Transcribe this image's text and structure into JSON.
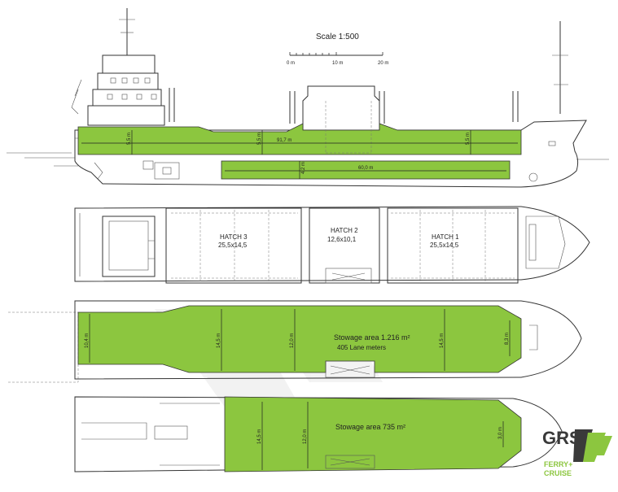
{
  "scale": {
    "title": "Scale  1:500",
    "ticks": [
      "0 m",
      "10 m",
      "20 m"
    ]
  },
  "profile": {
    "hold_height_left": "5,5 m",
    "hold_height_mid": "5,5 m",
    "hold_height_right": "5,5 m",
    "hold_length": "91,7 m",
    "lower_height": "4,2 m",
    "lower_length": "60,0 m"
  },
  "hatches": [
    {
      "name": "HATCH 3",
      "size": "25,5x14,5"
    },
    {
      "name": "HATCH 2",
      "size": "12,6x10,1"
    },
    {
      "name": "HATCH 1",
      "size": "25,5x14,5"
    }
  ],
  "tweendeck": {
    "stowage": "Stowage area 1.216 m²",
    "lane": "405 Lane meters",
    "dims": [
      "10,4 m",
      "14,5 m",
      "12,0 m",
      "14,5 m",
      "8,3 m"
    ]
  },
  "tanktop": {
    "stowage": "Stowage area 735 m²",
    "dims": [
      "14,5 m",
      "12,0 m",
      "3,0 m"
    ]
  },
  "logo": {
    "letters": "GRS",
    "line1": "FERRY+",
    "line2": "CRUISE",
    "colors": {
      "dark": "#3a3a3a",
      "green": "#8cc63f"
    }
  },
  "colors": {
    "cargo": "#8cc63f",
    "outline": "#333333"
  }
}
